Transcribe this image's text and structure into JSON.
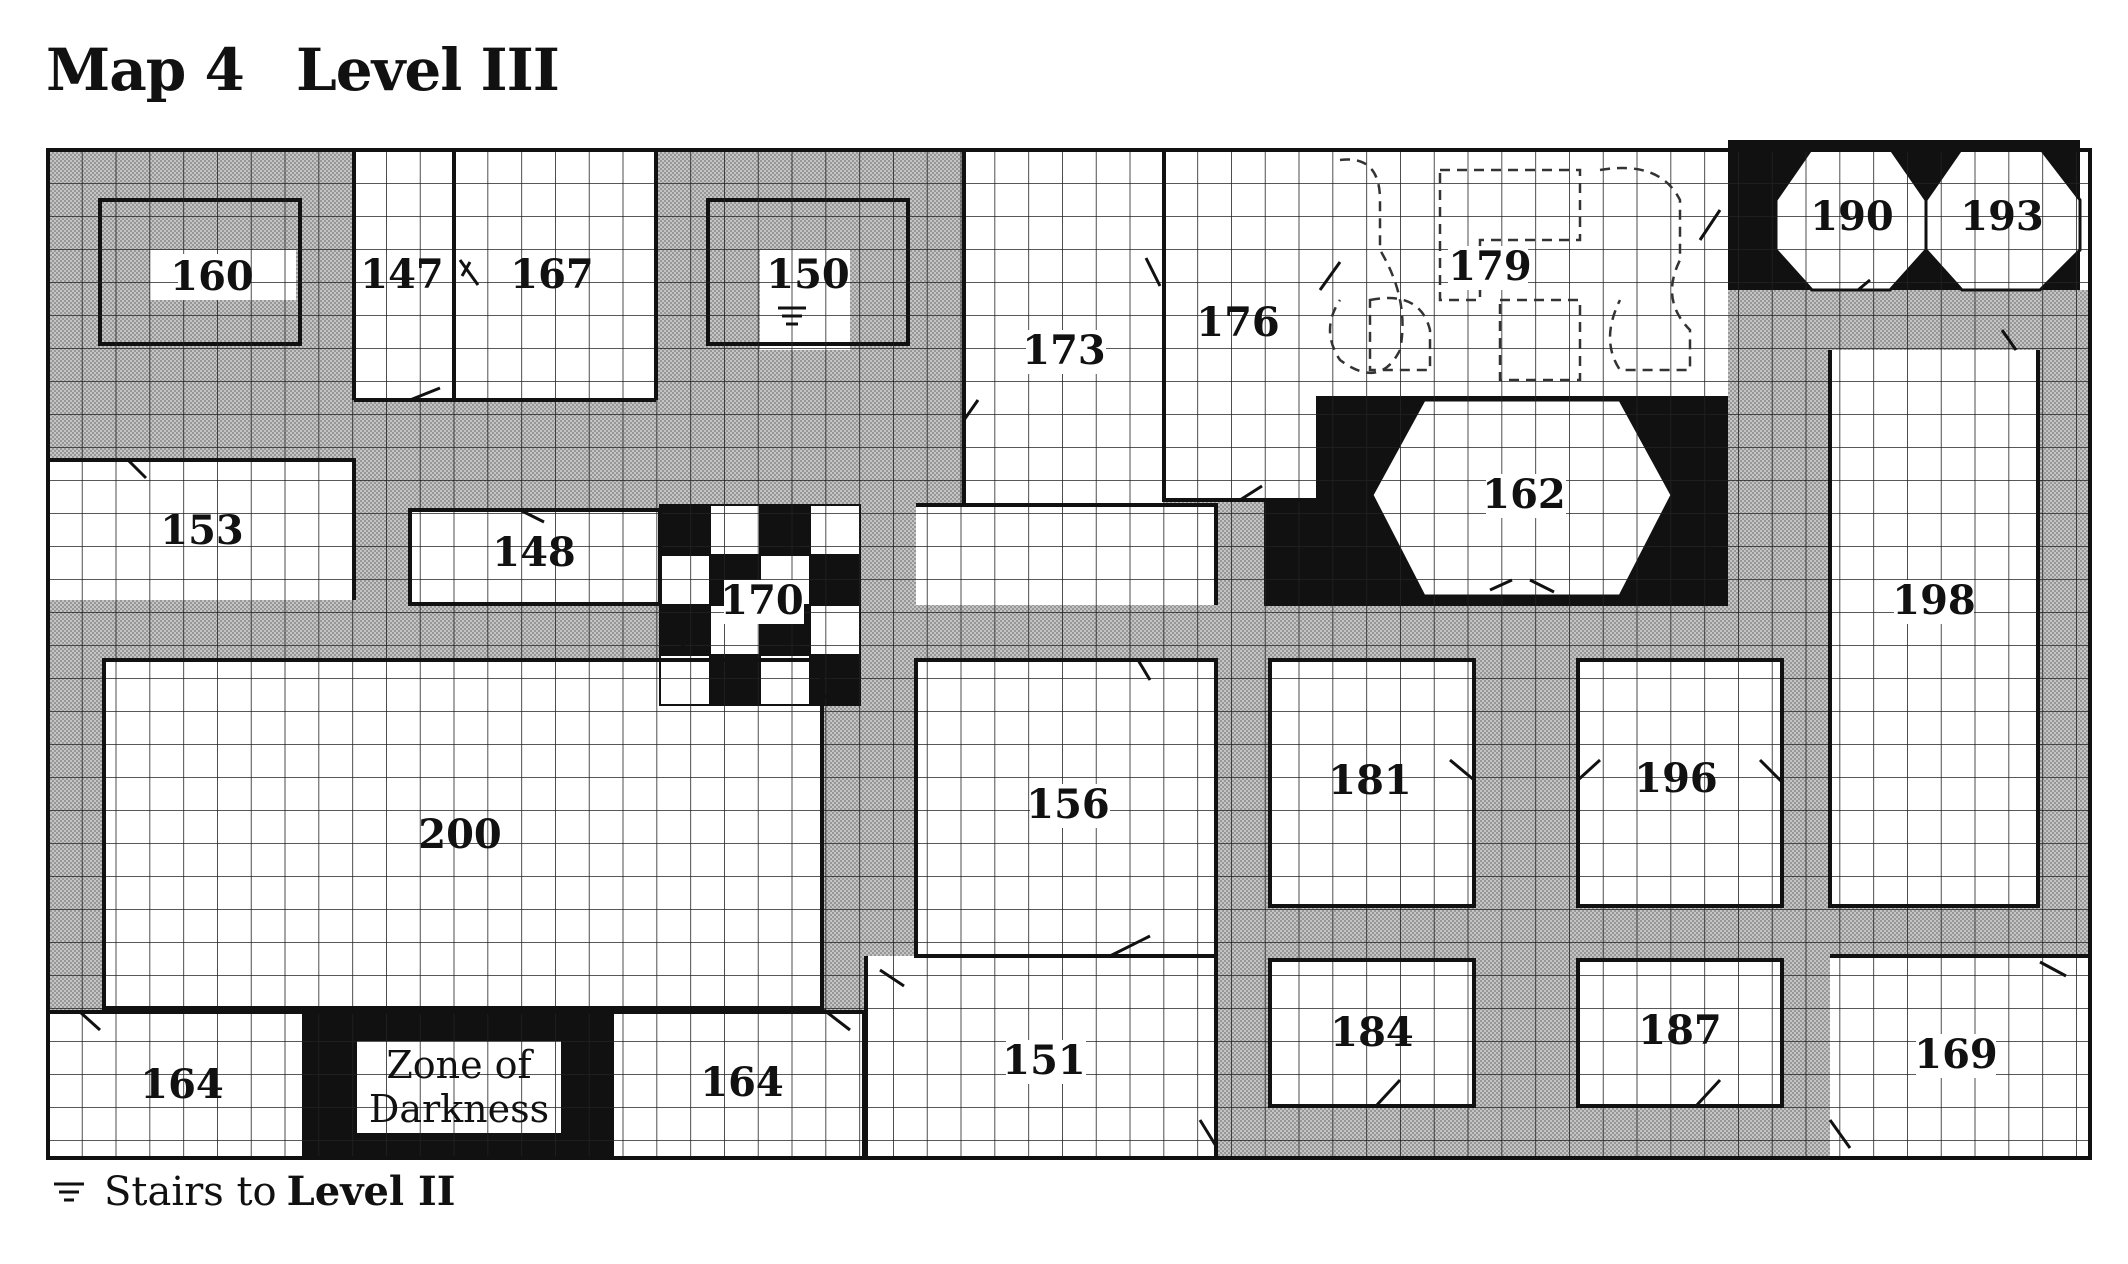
{
  "header": {
    "map_label": "Map 4",
    "level_label": "Level III"
  },
  "rooms": [
    {
      "id": "160",
      "label": "160"
    },
    {
      "id": "147",
      "label": "147"
    },
    {
      "id": "167",
      "label": "167"
    },
    {
      "id": "150",
      "label": "150"
    },
    {
      "id": "173",
      "label": "173"
    },
    {
      "id": "176",
      "label": "176"
    },
    {
      "id": "179",
      "label": "179"
    },
    {
      "id": "190",
      "label": "190"
    },
    {
      "id": "193",
      "label": "193"
    },
    {
      "id": "153",
      "label": "153"
    },
    {
      "id": "148",
      "label": "148"
    },
    {
      "id": "170",
      "label": "170"
    },
    {
      "id": "162",
      "label": "162"
    },
    {
      "id": "198",
      "label": "198"
    },
    {
      "id": "200",
      "label": "200"
    },
    {
      "id": "156",
      "label": "156"
    },
    {
      "id": "181",
      "label": "181"
    },
    {
      "id": "196",
      "label": "196"
    },
    {
      "id": "151",
      "label": "151"
    },
    {
      "id": "184",
      "label": "184"
    },
    {
      "id": "187",
      "label": "187"
    },
    {
      "id": "169",
      "label": "169"
    },
    {
      "id": "164a",
      "label": "164"
    },
    {
      "id": "164b",
      "label": "164"
    }
  ],
  "zone": {
    "line1": "Zone of",
    "line2": "Darkness"
  },
  "legend": {
    "text": "Stairs to",
    "bold": "Level II",
    "icon": "stairs-icon"
  },
  "colors": {
    "ink": "#111111",
    "corridor": "#bdbdbd",
    "floor": "#ffffff"
  }
}
